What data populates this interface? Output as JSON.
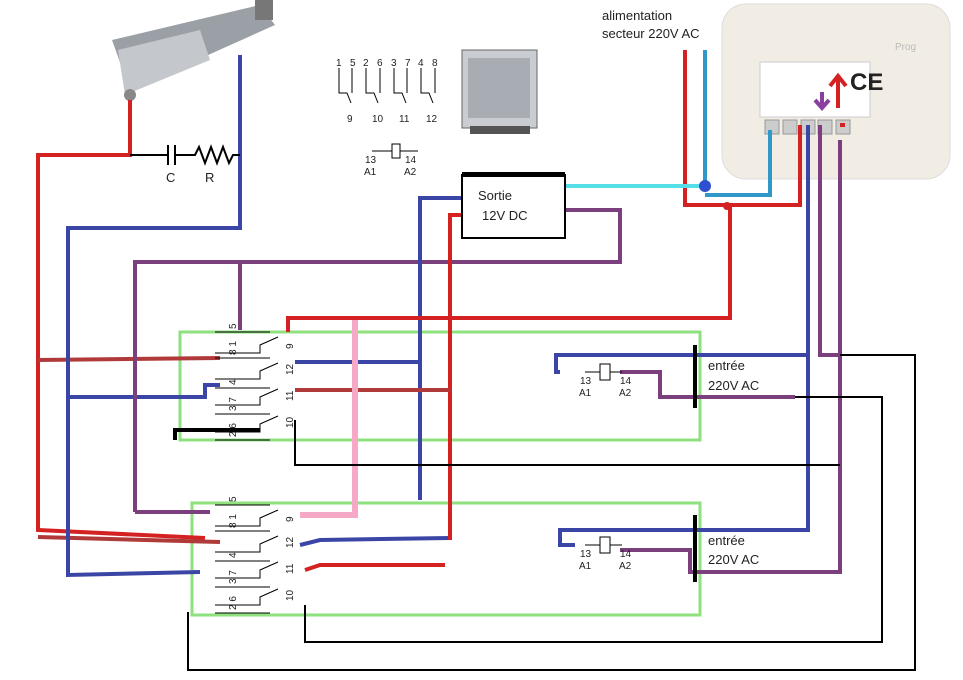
{
  "colors": {
    "red": "#d42222",
    "dark_red": "#b03a3a",
    "blue": "#3b45a6",
    "purple": "#7b3f7e",
    "green": "#8fe07f",
    "cyan": "#55dde8",
    "light_blue": "#2f98c8",
    "pink": "#f6a9c7",
    "black": "#000000"
  },
  "labels": {
    "mains": [
      "alimentation",
      "secteur 220V AC"
    ],
    "output_box": [
      "Sortie",
      "12V DC"
    ],
    "capacitor": "C",
    "resistor": "R",
    "input_upper": [
      "entrée",
      "220V AC"
    ],
    "input_lower": [
      "entrée",
      "220V AC"
    ]
  },
  "legend_relay": {
    "top_pins": [
      "1",
      "5",
      "2",
      "6",
      "3",
      "7",
      "4",
      "8"
    ],
    "bottom_pins": [
      "9",
      "10",
      "11",
      "12"
    ],
    "coil": [
      "13",
      "14",
      "A1",
      "A2"
    ]
  },
  "relays": [
    {
      "pins_left": [
        "5",
        "8 1",
        "4",
        "3 7",
        "2 6"
      ],
      "pins_right": [
        "9",
        "12",
        "11",
        "10"
      ],
      "coil": [
        "13",
        "14",
        "A1",
        "A2"
      ]
    },
    {
      "pins_left": [
        "5",
        "8 1",
        "4",
        "3 7",
        "2 6"
      ],
      "pins_right": [
        "9",
        "12",
        "11",
        "10"
      ],
      "coil": [
        "13",
        "14",
        "A1",
        "A2"
      ]
    }
  ],
  "module": {
    "logo": "CE",
    "brand": "Prog"
  }
}
